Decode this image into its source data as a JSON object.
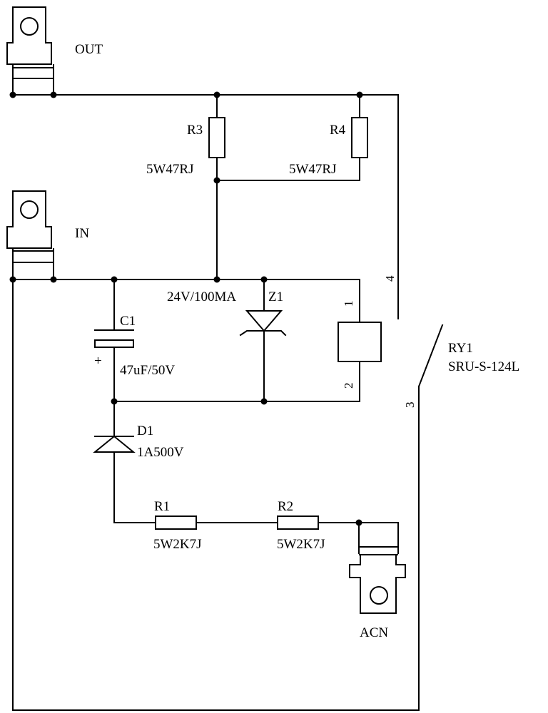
{
  "connectors": {
    "out": "OUT",
    "in": "IN",
    "acn": "ACN"
  },
  "components": {
    "r3": {
      "ref": "R3",
      "value": "5W47RJ"
    },
    "r4": {
      "ref": "R4",
      "value": "5W47RJ"
    },
    "c1": {
      "ref": "C1",
      "value": "47uF/50V",
      "polarity": "+"
    },
    "z1": {
      "ref": "Z1",
      "value": "24V/100MA"
    },
    "d1": {
      "ref": "D1",
      "value": "1A500V"
    },
    "r1": {
      "ref": "R1",
      "value": "5W2K7J"
    },
    "r2": {
      "ref": "R2",
      "value": "5W2K7J"
    },
    "ry1": {
      "ref": "RY1",
      "value": "SRU-S-124L",
      "pins": [
        "1",
        "2",
        "3",
        "4"
      ]
    }
  }
}
